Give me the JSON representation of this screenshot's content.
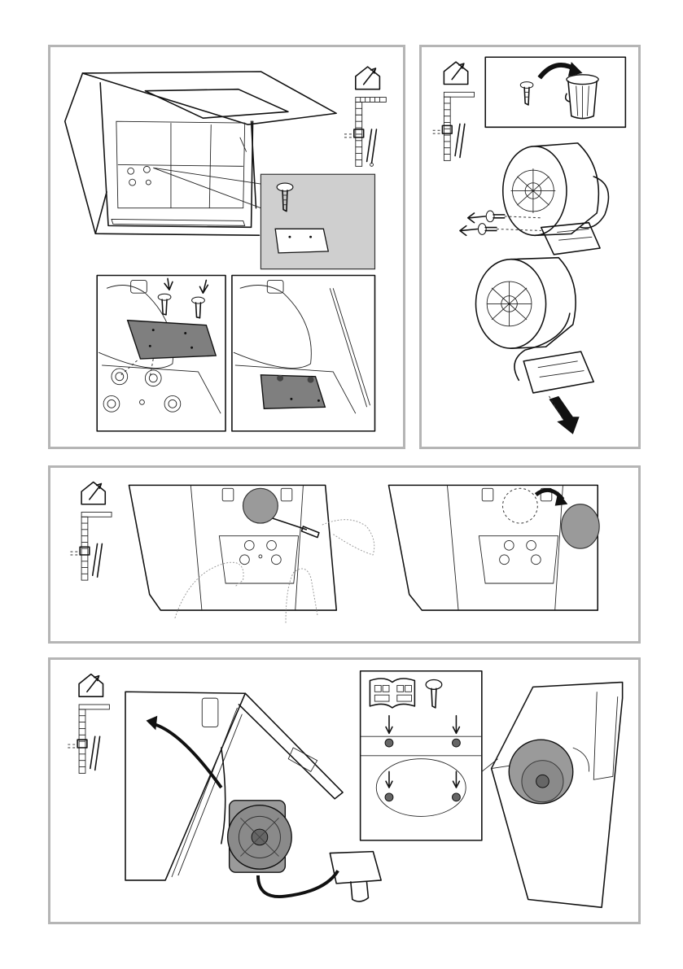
{
  "page": {
    "background": "#ffffff",
    "panel_border_color": "#b5b5b5"
  },
  "icons": {
    "house_extraction": "house-with-arrow-icon",
    "wall_ducting": "wall-duct-icon",
    "screw": "screw-icon",
    "bin": "trash-bin-icon",
    "manual": "open-book-icon"
  },
  "colors": {
    "plate": "#7f7f7f",
    "highlight_box": "#cfcfcf",
    "disk": "#9a9a9a"
  },
  "steps": [
    {
      "id": "remove-plate",
      "subpanels": 2
    },
    {
      "id": "remove-motor-screws",
      "subpanels": 3
    },
    {
      "id": "remove-cover-disk",
      "subpanels": 2
    },
    {
      "id": "mount-motor",
      "subpanels": 2
    }
  ]
}
